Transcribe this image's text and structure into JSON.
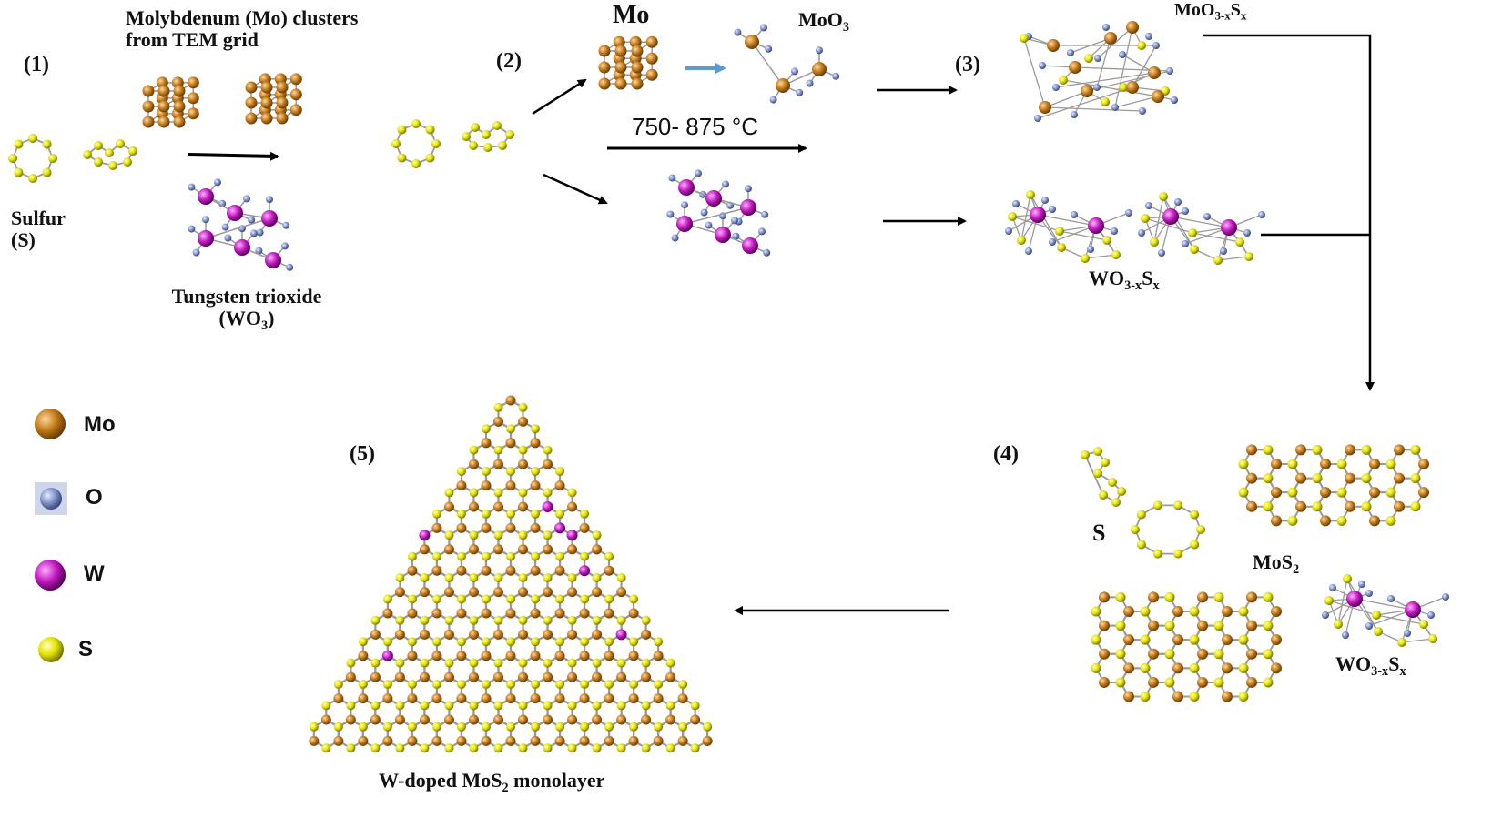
{
  "steps": {
    "s1": "(1)",
    "s2": "(2)",
    "s3": "(3)",
    "s4": "(4)",
    "s5": "(5)"
  },
  "labels": {
    "mo_clusters_1": "Molybdenum (Mo) clusters",
    "mo_clusters_2": "from TEM grid",
    "sulfur_1": "Sulfur",
    "sulfur_2": "(S)",
    "wo3_1": "Tungsten trioxide",
    "wo3_2_pre": "(WO",
    "wo3_2_sub": "3",
    "wo3_2_post": ")",
    "mo": "Mo",
    "moo3_pre": "MoO",
    "moo3_sub": "3",
    "mooxsx_pre": "MoO",
    "mooxsx_sub1": "3-x",
    "mooxsx_mid": "S",
    "mooxsx_sub2": "x",
    "wooxsx_pre": "WO",
    "wooxsx_sub1": "3-x",
    "wooxsx_mid": "S",
    "wooxsx_sub2": "x",
    "s_label": "S",
    "mos2_pre": "MoS",
    "mos2_sub": "2",
    "final_pre": "W-doped MoS",
    "final_sub": "2",
    "final_post": " monolayer"
  },
  "condition": "750- 875 °C",
  "legend": [
    {
      "symbol": "Mo",
      "color": "#c27a1a"
    },
    {
      "symbol": "O",
      "color": "#7f92c8"
    },
    {
      "symbol": "W",
      "color": "#c21bc2"
    },
    {
      "symbol": "S",
      "color": "#e3e300"
    }
  ],
  "colors": {
    "mo": "#c27a1a",
    "o": "#7f92c8",
    "w": "#c21bc2",
    "s": "#e3e300",
    "bond": "#9a9a9a",
    "arrow": "#000000",
    "blue_arrow": "#5b9bd5"
  }
}
